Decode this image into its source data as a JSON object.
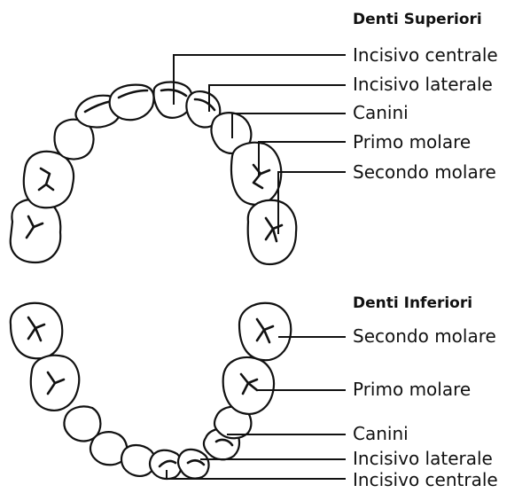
{
  "upper": {
    "title": "Denti Superiori",
    "labels": {
      "central_incisor": "Incisivo centrale",
      "lateral_incisor": "Incisivo laterale",
      "canine": "Canini",
      "first_molar": "Primo molare",
      "second_molar": "Secondo molare"
    }
  },
  "lower": {
    "title": "Denti Inferiori",
    "labels": {
      "second_molar": "Secondo molare",
      "first_molar": "Primo molare",
      "canine": "Canini",
      "lateral_incisor": "Incisivo laterale",
      "central_incisor": "Incisivo centrale"
    }
  }
}
